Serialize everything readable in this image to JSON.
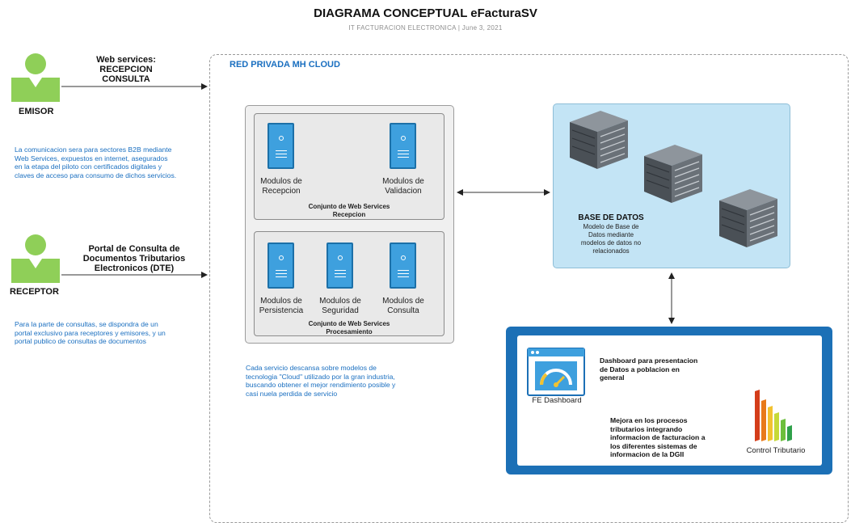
{
  "header": {
    "title": "DIAGRAMA CONCEPTUAL eFacturaSV",
    "subtitle": "IT FACTURACION ELECTRONICA  |  June 3, 2021"
  },
  "emisor": {
    "role": "EMISOR",
    "connection_label": [
      "Web services:",
      "RECEPCION",
      "CONSULTA"
    ],
    "note": [
      "La comunicacion sera para sectores B2B mediante",
      "Web Services, expuestos en internet, asegurados",
      "en la etapa del piloto con certificados digitales y",
      "claves de acceso para consumo de dichos servicios."
    ]
  },
  "receptor": {
    "role": "RECEPTOR",
    "connection_label": [
      "Portal de Consulta de",
      "Documentos Tributarios",
      "Electronicos (DTE)"
    ],
    "note": [
      "Para la parte de consultas, se dispondra de un",
      "portal exclusivo para receptores y emisores, y un",
      "portal publico de consultas de documentos"
    ]
  },
  "cloud": {
    "title": "RED PRIVADA MH CLOUD",
    "note": [
      "Cada servicio descansa sobre modelos de",
      "tecnologia \"Cloud\" utilizado por la gran industria,",
      "buscando obtener el mejor rendimiento posible y",
      "casi nuela perdida de servicio"
    ]
  },
  "web_services": {
    "recepcion_group": {
      "label": [
        "Conjunto de Web Services",
        "Recepcion"
      ],
      "modules": [
        {
          "name": [
            "Modulos de",
            "Recepcion"
          ],
          "icon": "server-icon"
        },
        {
          "name": [
            "Modulos de",
            "Validacion"
          ],
          "icon": "server-icon"
        }
      ]
    },
    "procesamiento_group": {
      "label": [
        "Conjunto de Web Services",
        "Procesamiento"
      ],
      "modules": [
        {
          "name": [
            "Modulos de",
            "Persistencia"
          ],
          "icon": "server-icon"
        },
        {
          "name": [
            "Modulos de",
            "Seguridad"
          ],
          "icon": "server-icon"
        },
        {
          "name": [
            "Modulos de",
            "Consulta"
          ],
          "icon": "server-icon"
        }
      ]
    }
  },
  "database": {
    "title": "BASE DE DATOS",
    "description": [
      "Modelo de Base de",
      "Datos mediante",
      "modelos de datos no",
      "relacionados"
    ],
    "icon": "server-rack-icon"
  },
  "dashboard": {
    "fe_caption": "FE Dashboard",
    "fe_text": [
      "Dashboard para presentacion",
      "de Datos a poblacion en",
      "general"
    ],
    "control_caption": "Control Tributario",
    "control_text": [
      "Mejora en los procesos",
      "tributarios integrando",
      "informacion de facturacion a",
      "los diferentes sistemas de",
      "informacion de la DGII"
    ]
  },
  "colors": {
    "accent_blue": "#1a6fc0",
    "person_green": "#8fcf58",
    "server_blue": "#3ea0de",
    "db_bg": "#c3e4f5",
    "dash_border": "#1c70b6"
  }
}
